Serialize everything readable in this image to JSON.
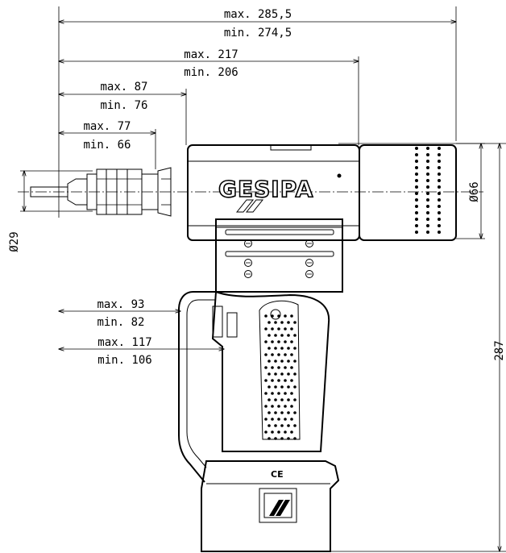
{
  "dimensions": {
    "overall": {
      "max": "max. 285,5",
      "min": "min. 274,5"
    },
    "body": {
      "max": "max. 217",
      "min": "min. 206"
    },
    "nosepiece": {
      "max": "max. 87",
      "min": "min. 76"
    },
    "mouthpiece": {
      "max": "max. 77",
      "min": "min. 66"
    },
    "trigger": {
      "max": "max. 93",
      "min": "min. 82"
    },
    "handle": {
      "max": "max. 117",
      "min": "min. 106"
    },
    "diameter_nose": "Ø29",
    "diameter_cylinder": "Ø66",
    "height": "287"
  },
  "markings": {
    "logo": "GESIPA",
    "ce_mark": "CE"
  }
}
